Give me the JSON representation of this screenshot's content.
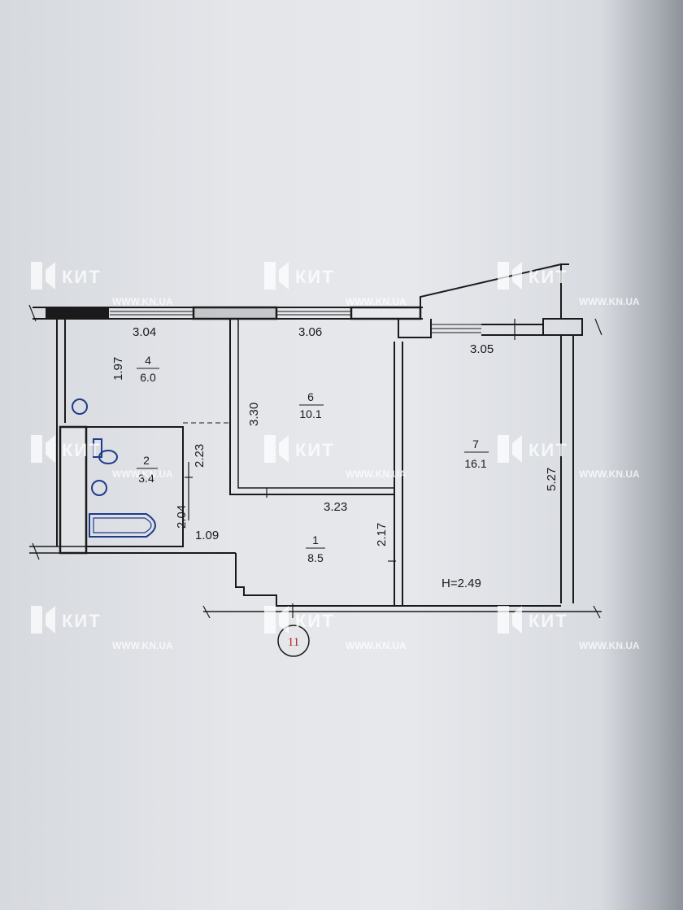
{
  "plan": {
    "dimensions": {
      "kitchen_width": "3.04",
      "kitchen_depth": "1.97",
      "room6_width": "3.06",
      "room6_depth": "3.30",
      "room7_width": "3.05",
      "room7_depth": "5.27",
      "bath_depth": "2.23",
      "bath_width": "2.04",
      "hall_width": "3.23",
      "hall_depth": "2.17",
      "corridor_width": "1.09"
    },
    "rooms": [
      {
        "number": "4",
        "area": "6.0"
      },
      {
        "number": "6",
        "area": "10.1"
      },
      {
        "number": "7",
        "area": "16.1"
      },
      {
        "number": "2",
        "area": "3.4"
      },
      {
        "number": "1",
        "area": "8.5"
      }
    ],
    "ceiling_height": "H=2.49",
    "unit_tag": "11"
  },
  "watermark": {
    "brand": "КИТ",
    "url": "WWW.KN.UA"
  },
  "colors": {
    "paper": "#e4e6ea",
    "ink": "#1a1a1a",
    "tag": "#b02020",
    "fixture": "#1f3b8a"
  }
}
